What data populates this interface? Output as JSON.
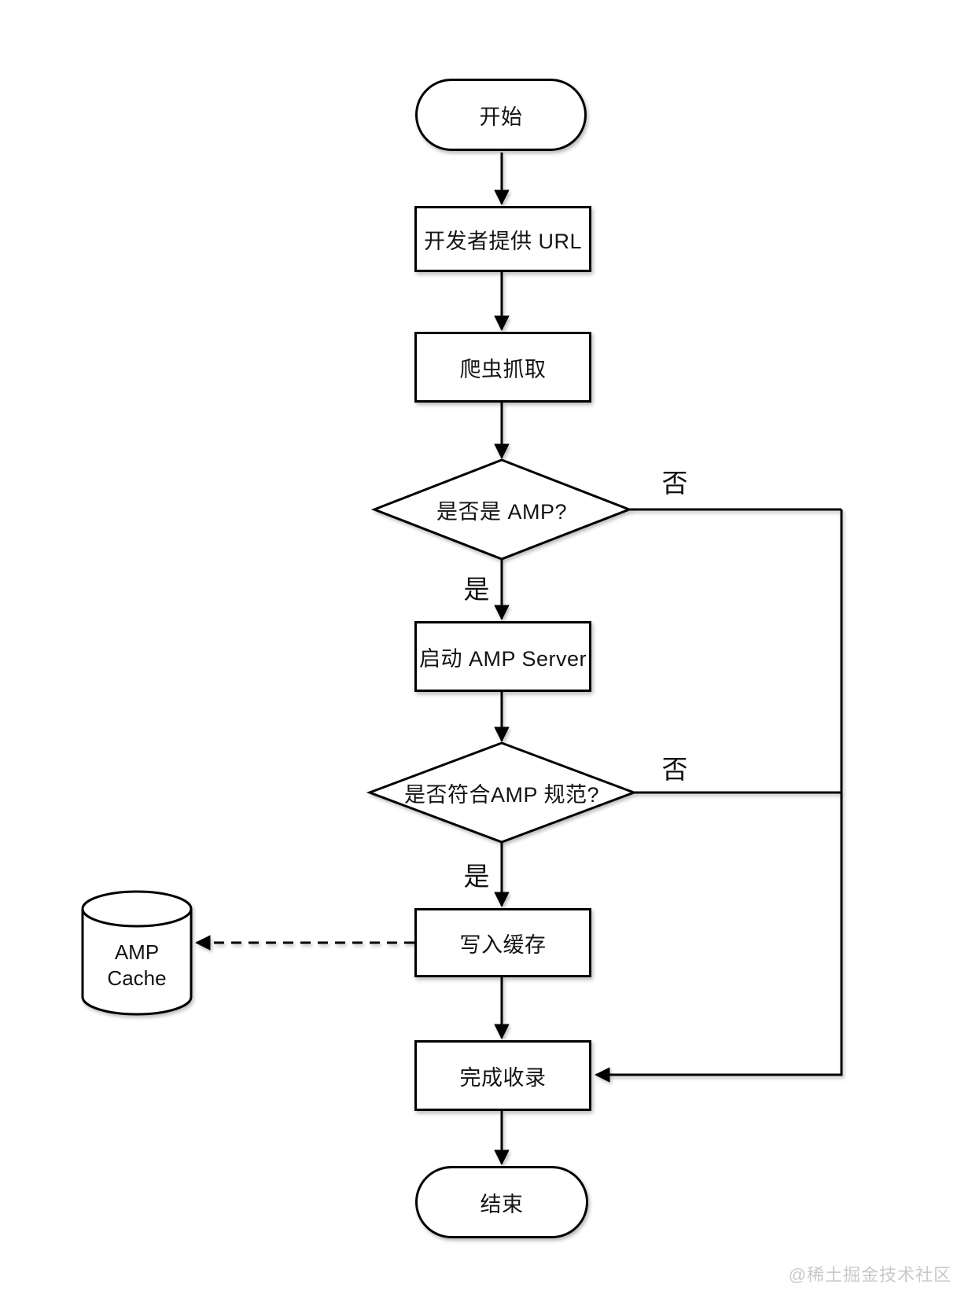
{
  "diagram": {
    "type": "flowchart",
    "background": "#ffffff",
    "stroke_color": "#000000",
    "node_fill": "#ffffff",
    "text_color": "#141414",
    "nodes": {
      "start": {
        "shape": "terminator",
        "label": "开始"
      },
      "provide_url": {
        "shape": "process",
        "label": "开发者提供 URL"
      },
      "crawler_fetch": {
        "shape": "process",
        "label": "爬虫抓取"
      },
      "is_amp": {
        "shape": "decision",
        "label": "是否是 AMP?"
      },
      "start_amp_server": {
        "shape": "process",
        "label": "启动 AMP Server"
      },
      "conforms_amp_spec": {
        "shape": "decision",
        "label": "是否符合AMP 规范?"
      },
      "amp_cache": {
        "shape": "datastore",
        "line1": "AMP",
        "line2": "Cache"
      },
      "write_cache": {
        "shape": "process",
        "label": "写入缓存"
      },
      "complete_indexing": {
        "shape": "process",
        "label": "完成收录"
      },
      "end": {
        "shape": "terminator",
        "label": "结束"
      }
    },
    "edge_labels": {
      "is_amp_yes": "是",
      "is_amp_no": "否",
      "conforms_yes": "是",
      "conforms_no": "否"
    }
  },
  "watermark": {
    "text": "@稀土掘金技术社区",
    "color": "#c9c9c9"
  }
}
